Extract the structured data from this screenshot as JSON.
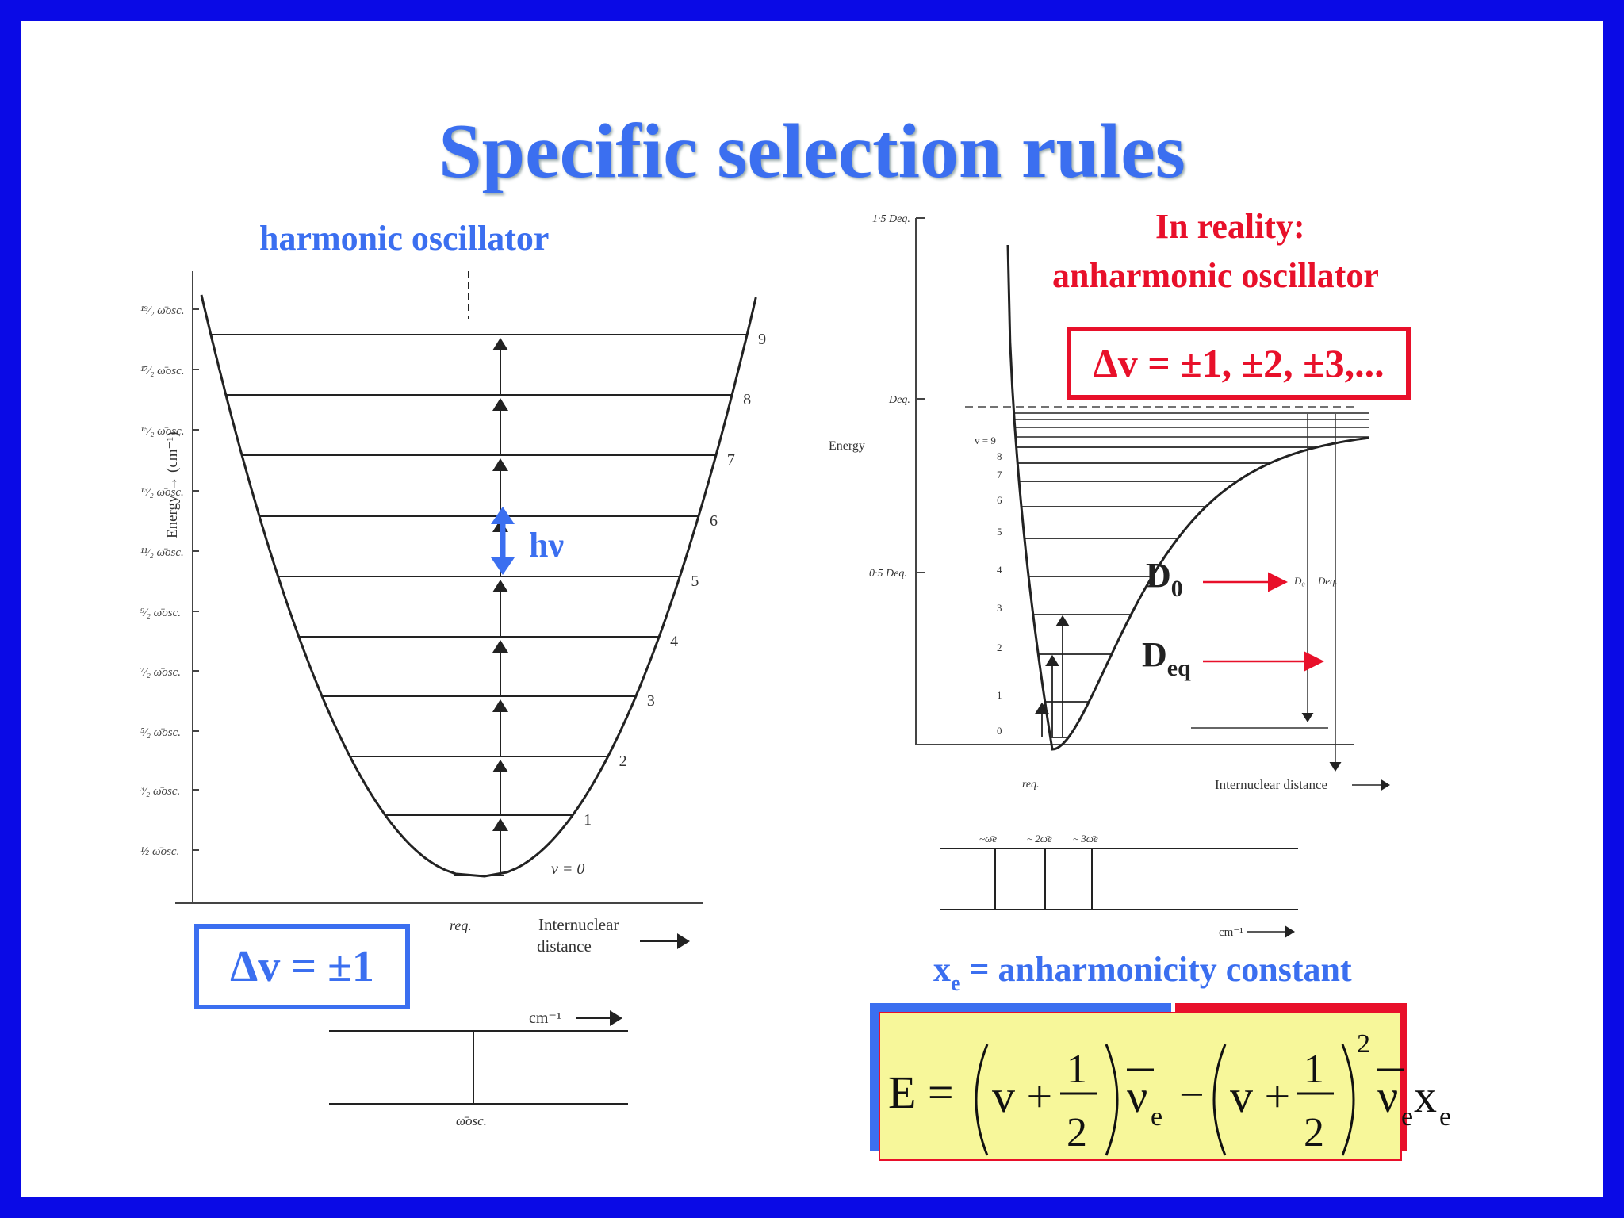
{
  "title": "Specific selection rules",
  "left": {
    "subtitle": "harmonic oscillator",
    "y_axis_label": "Energy → (cm⁻¹)",
    "energy_labels": [
      "½ ω̄osc.",
      "³⁄₂ ω̄osc.",
      "⁵⁄₂ ω̄osc.",
      "⁷⁄₂ ω̄osc.",
      "⁹⁄₂ ω̄osc.",
      "¹¹⁄₂ ω̄osc.",
      "¹³⁄₂ ω̄osc.",
      "¹⁵⁄₂ ω̄osc.",
      "¹⁷⁄₂ ω̄osc.",
      "¹⁹⁄₂ ω̄osc."
    ],
    "level_labels": [
      "v = 0",
      "1",
      "2",
      "3",
      "4",
      "5",
      "6",
      "7",
      "8",
      "9"
    ],
    "x_label_line1": "Internuclear",
    "x_label_line2": "distance",
    "req_label": "req.",
    "hv_label": "hν",
    "rule": "Δv = ±1",
    "spectrum_unit": "cm⁻¹",
    "spectrum_line_label": "ω̄osc."
  },
  "right": {
    "subtitle_line1": "In reality:",
    "subtitle_line2": "anharmonic oscillator",
    "rule": "Δv = ±1, ±2, ±3,...",
    "y_axis_label": "Energy",
    "y_ticks": [
      "1·5 Deq.",
      "Deq.",
      "0·5 Deq."
    ],
    "v_labels": [
      "0",
      "1",
      "2",
      "3",
      "4",
      "5",
      "6",
      "7",
      "8",
      "v = 9"
    ],
    "d0_label": "D",
    "d0_sub": "0",
    "deq_label": "D",
    "deq_sub": "eq",
    "small_d0": "D₀",
    "small_deq": "Deq.",
    "req_label": "req.",
    "x_label": "Internuclear distance",
    "spectrum_labels": [
      "~ω̄e",
      "~ 2ω̄e",
      "~ 3ω̄e"
    ],
    "spectrum_unit": "cm⁻¹",
    "xe_label": "x",
    "xe_sub": "e",
    "xe_text": " = anharmonicity constant"
  },
  "formula": {
    "E": "E =",
    "v": "v +",
    "one": "1",
    "two": "2",
    "nu": "ν",
    "nu_sub": "e",
    "minus": "−",
    "sq": "2",
    "x": "x",
    "x_sub": "e"
  },
  "colors": {
    "border": "#0a0ae6",
    "blue": "#3b6ff0",
    "red": "#e8102a",
    "formula_bg": "#f7f79a"
  }
}
